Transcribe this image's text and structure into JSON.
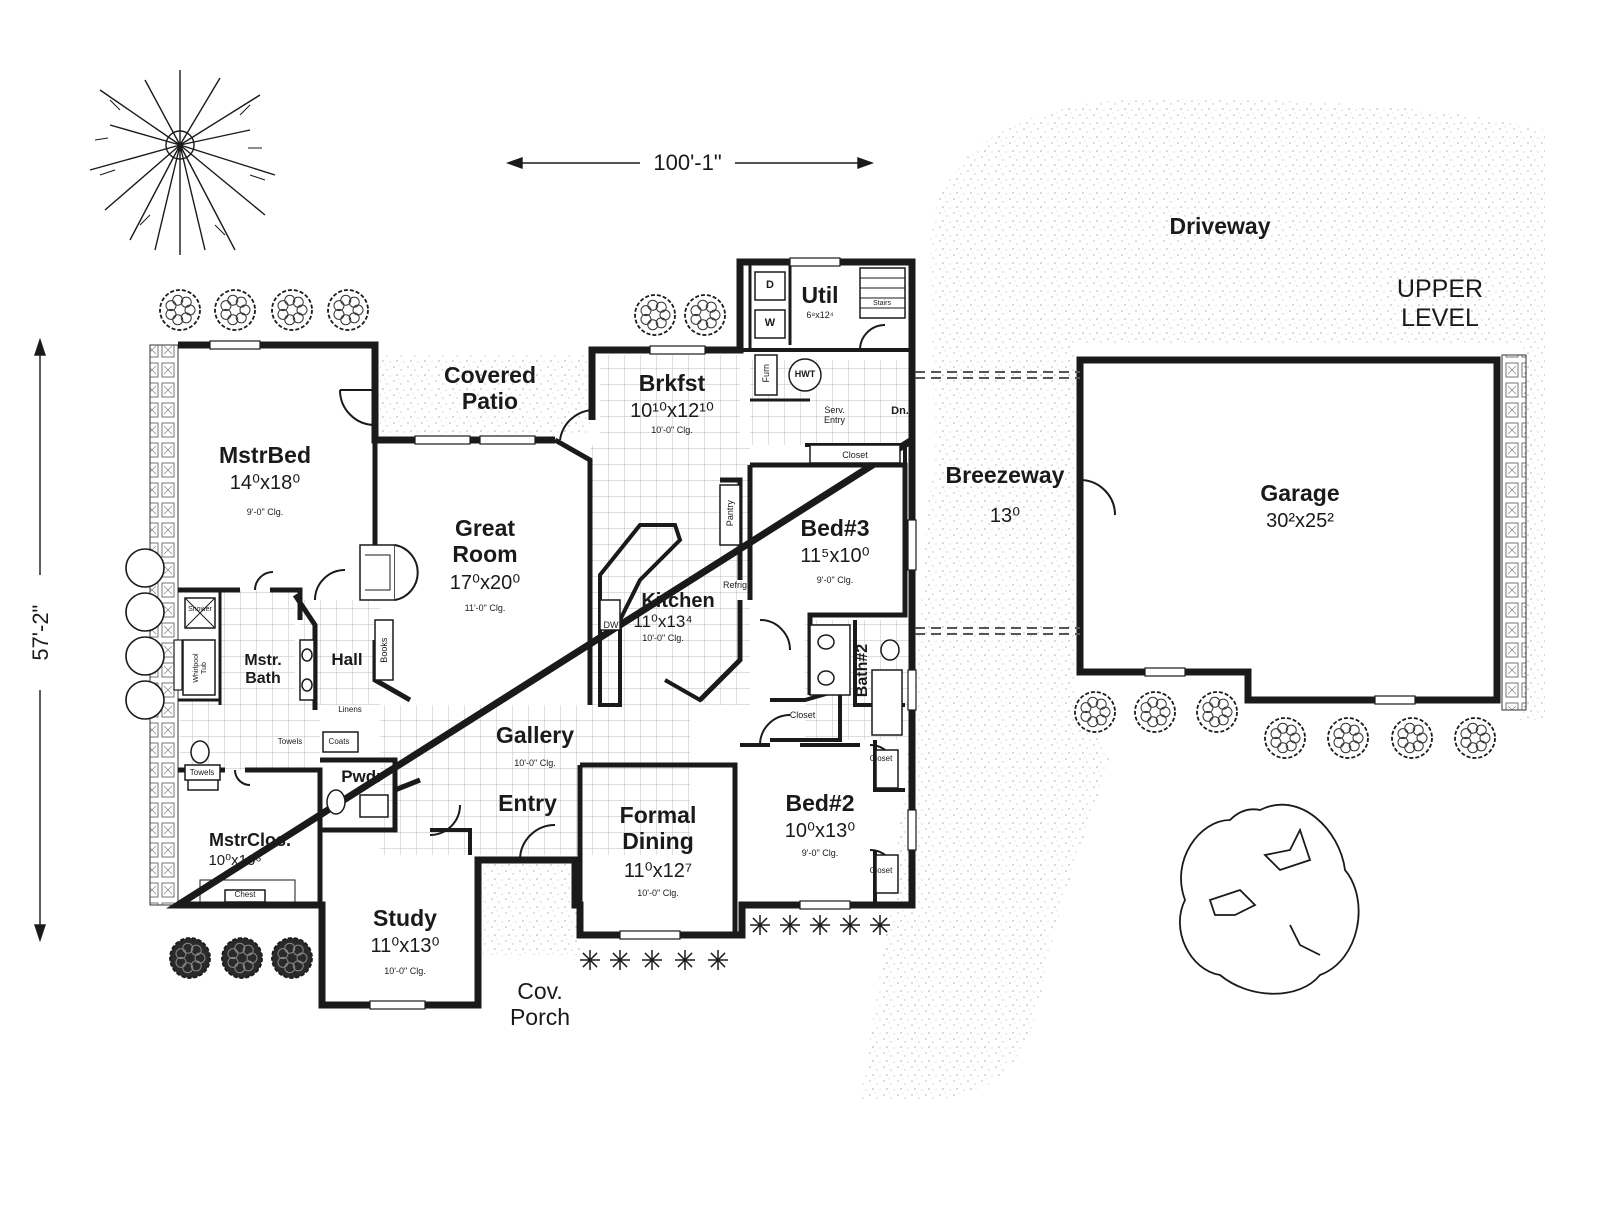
{
  "dimensions": {
    "width": "100'-1\"",
    "depth": "57'-2\""
  },
  "upper_level": "UPPER\nLEVEL",
  "colors": {
    "ink": "#1a1a1a",
    "paper": "#ffffff",
    "gravel": "#bdbdbd",
    "tile": "#9a9a9a"
  },
  "rooms": {
    "driveway": {
      "name": "Driveway"
    },
    "covered_patio": {
      "name": "Covered\nPatio"
    },
    "util": {
      "name": "Util",
      "size": "6⁸x12⁴"
    },
    "brkfst": {
      "name": "Brkfst",
      "size": "10¹⁰x12¹⁰",
      "ceiling": "10'-0\" Clg."
    },
    "mstr_bed": {
      "name": "MstrBed",
      "size": "14⁰x18⁰",
      "ceiling": "9'-0\" Clg."
    },
    "great_room": {
      "name": "Great\nRoom",
      "size": "17⁰x20⁰",
      "ceiling": "11'-0\" Clg."
    },
    "kitchen": {
      "name": "Kitchen",
      "size": "11⁰x13⁴",
      "ceiling": "10'-0\" Clg."
    },
    "bed3": {
      "name": "Bed#3",
      "size": "11⁵x10⁰",
      "ceiling": "9'-0\" Clg."
    },
    "breezeway": {
      "name": "Breezeway",
      "size": "13⁰"
    },
    "garage": {
      "name": "Garage",
      "size": "30²x25²"
    },
    "mstr_bath": {
      "name": "Mstr.\nBath"
    },
    "hall": {
      "name": "Hall"
    },
    "bath2": {
      "name": "Bath#2"
    },
    "gallery": {
      "name": "Gallery",
      "ceiling": "10'-0\" Clg."
    },
    "pwdr": {
      "name": "Pwdr"
    },
    "entry": {
      "name": "Entry"
    },
    "formal_dining": {
      "name": "Formal\nDining",
      "size": "11⁰x12⁷",
      "ceiling": "10'-0\" Clg."
    },
    "bed2": {
      "name": "Bed#2",
      "size": "10⁰x13⁰",
      "ceiling": "9'-0\" Clg."
    },
    "mstr_clos": {
      "name": "MstrClos.",
      "size": "10⁰x10⁶"
    },
    "study": {
      "name": "Study",
      "size": "11⁰x13⁰",
      "ceiling": "10'-0\" Clg."
    },
    "cov_porch": {
      "name": "Cov.\nPorch"
    }
  },
  "fixtures": {
    "dryer": "D",
    "washer": "W",
    "furnace": "Furn",
    "hwt": "HWT",
    "serv_entry": "Serv.\nEntry",
    "dn": "Dn.",
    "stairs": "Stairs",
    "closet": "Closet",
    "pantry": "Pantry",
    "refrig": "Refrig",
    "dw": "DW",
    "books": "Books",
    "shower": "Shower",
    "whirlpool": "Whirlpool\nTub",
    "linens": "Linens",
    "towels": "Towels",
    "coats": "Coats",
    "chest": "Chest"
  }
}
